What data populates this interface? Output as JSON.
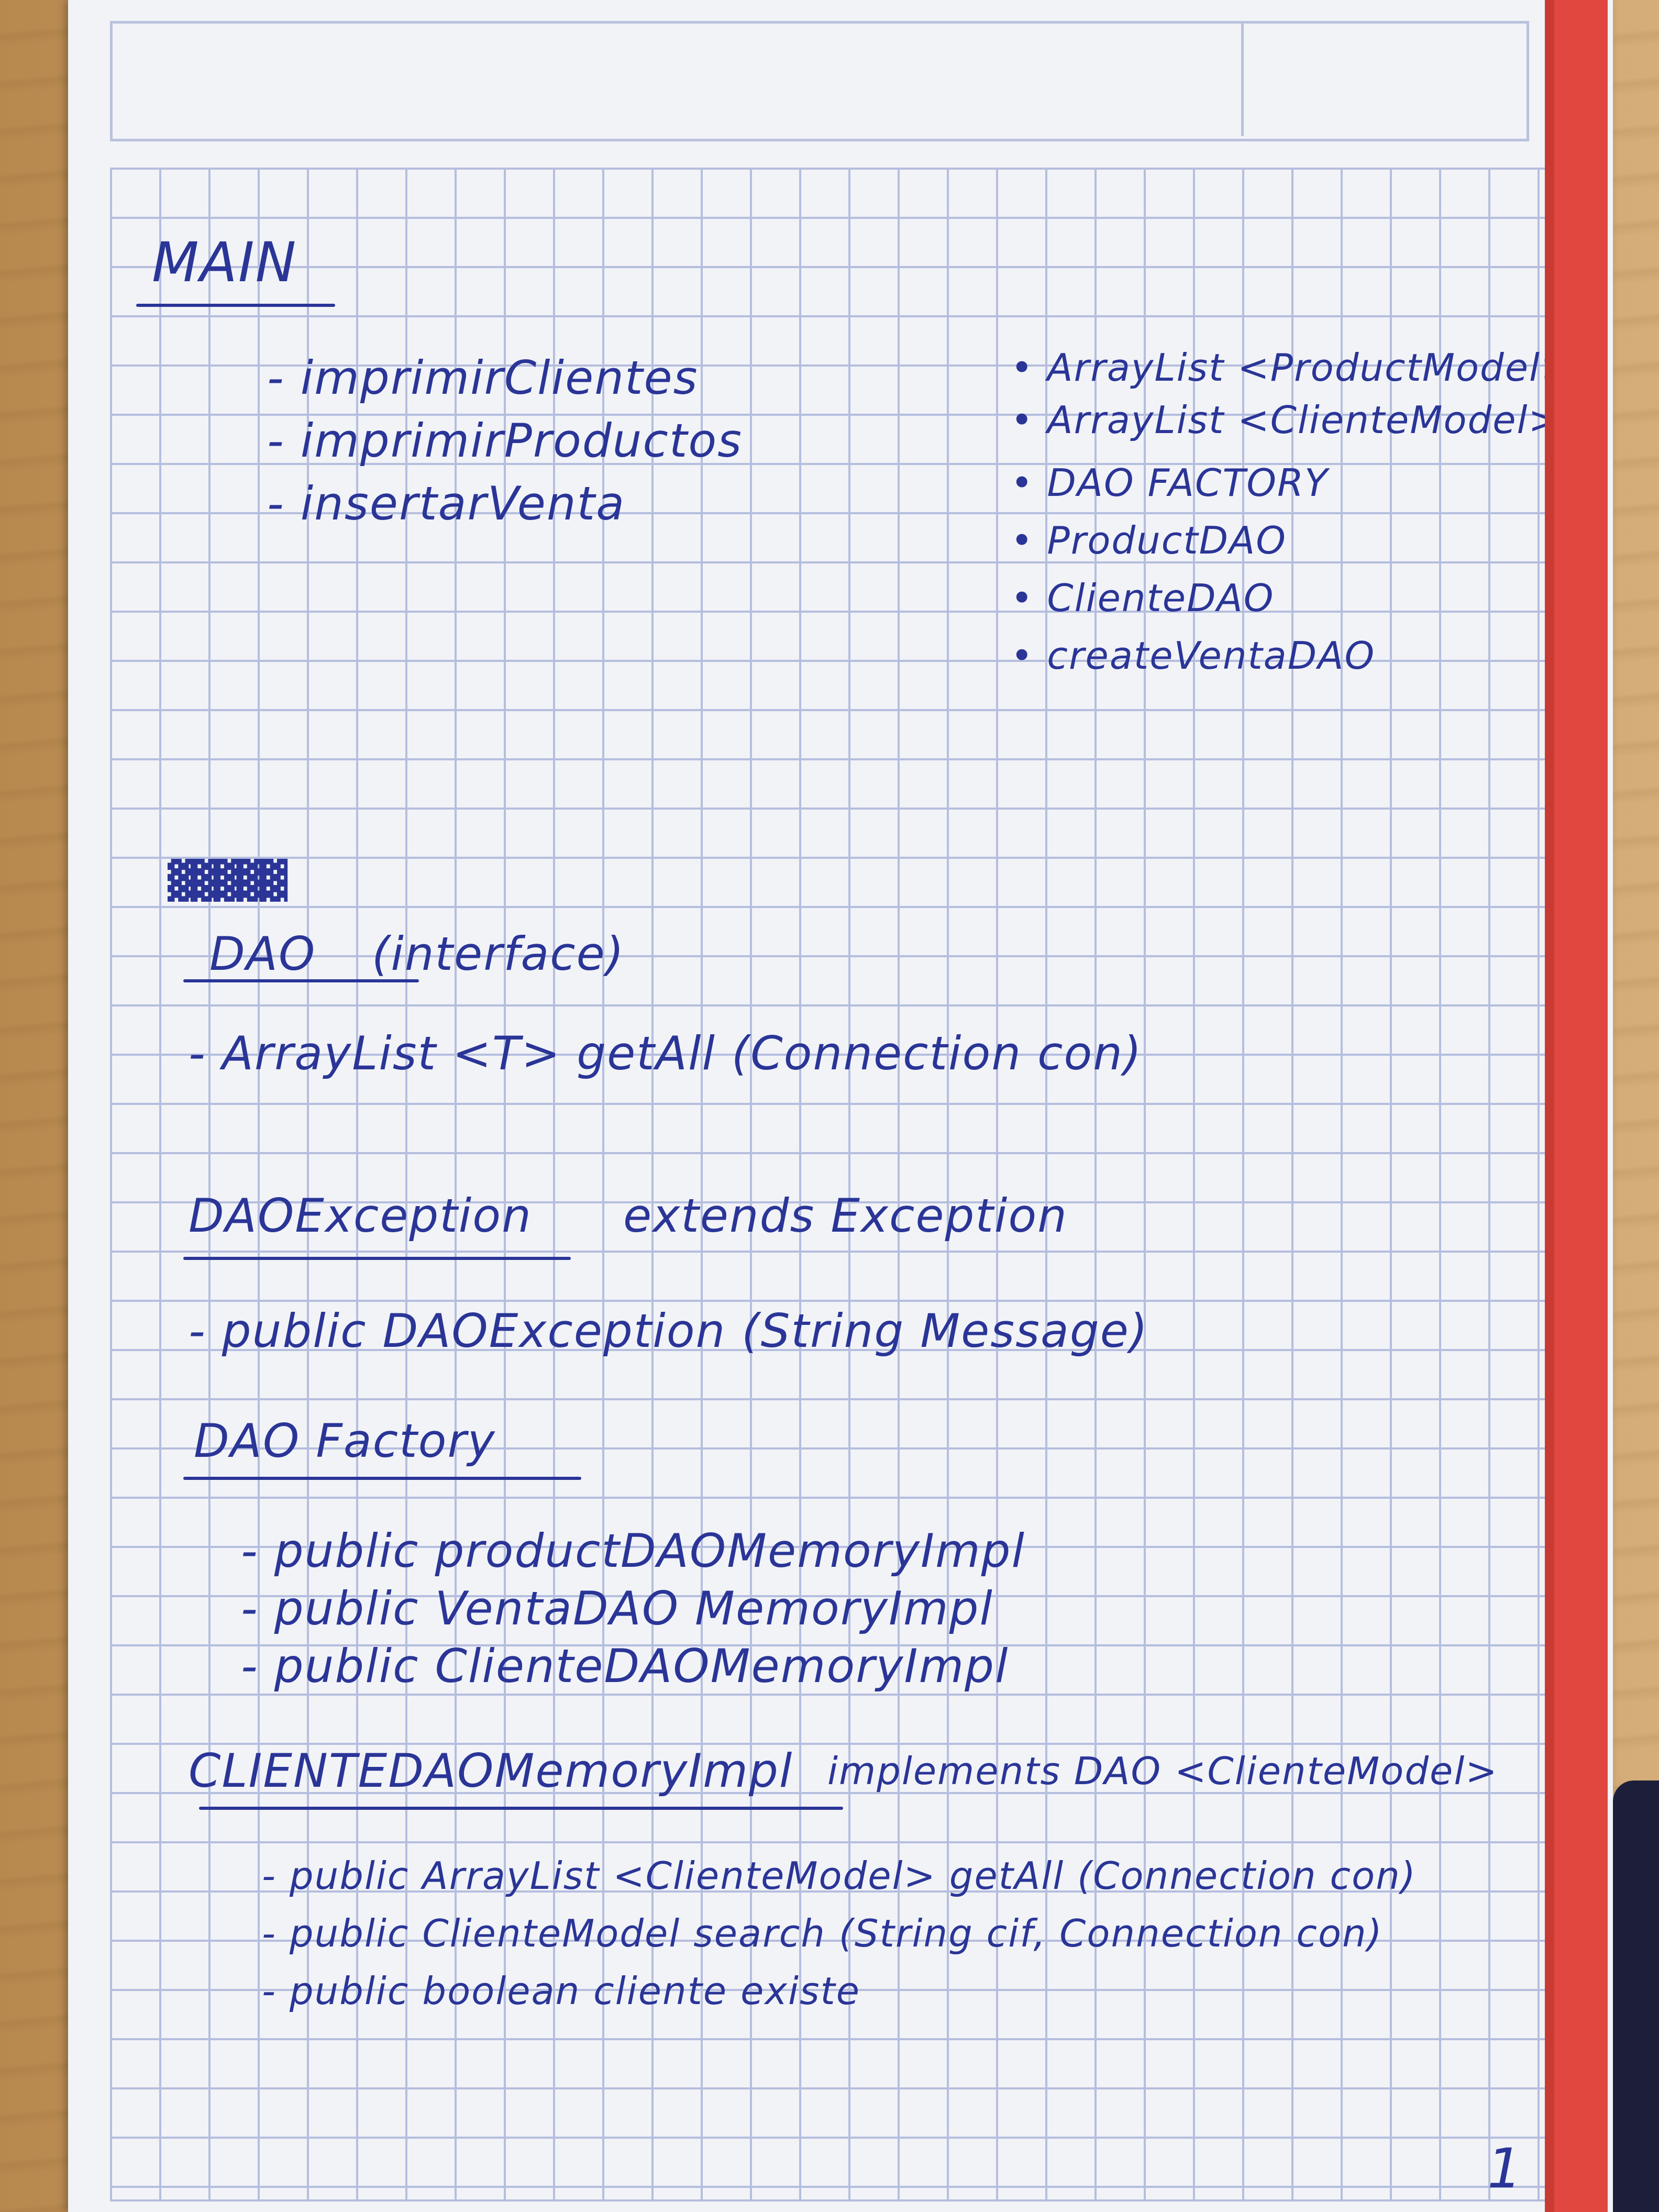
{
  "notes": {
    "main_title": "MAIN",
    "main_methods": [
      "- imprimirClientes",
      "- imprimirProductos",
      "- insertarVenta"
    ],
    "main_fields": [
      "• ArrayList <ProductModel>",
      "• ArrayList <ClienteModel>",
      "• DAO FACTORY",
      "• ProductDAO",
      "• ClienteDAO",
      "• createVentaDAO"
    ],
    "dao_title": "DAO",
    "dao_suffix": "(interface)",
    "dao_method": "- ArrayList <T> getAll (Connection con)",
    "daoexc_title": "DAOException",
    "daoexc_suffix": "extends Exception",
    "daoexc_method": "- public DAOException (String Message)",
    "daofactory_title": "DAO Factory",
    "daofactory_methods": [
      "- public productDAOMemoryImpl",
      "- public VentaDAO MemoryImpl",
      "- public ClienteDAOMemoryImpl"
    ],
    "clientedao_title": "CLIENTEDAOMemoryImpl",
    "clientedao_suffix": "implements DAO <ClienteModel>",
    "clientedao_methods": [
      "- public ArrayList <ClienteModel> getAll (Connection con)",
      "- public ClienteModel search (String cif, Connection con)",
      "- public boolean cliente existe"
    ],
    "page_number": "1"
  }
}
